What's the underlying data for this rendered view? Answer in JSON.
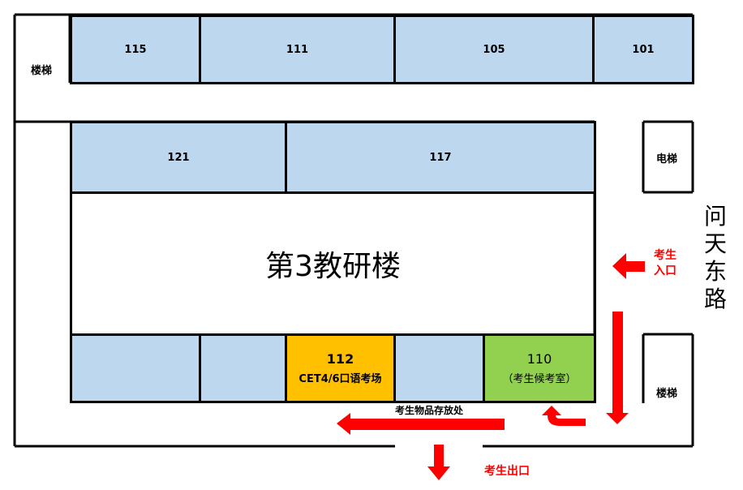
{
  "building_name": "第3教研楼",
  "top_rooms": [
    "115",
    "111",
    "105",
    "101"
  ],
  "middle_rooms": [
    "121",
    "117"
  ],
  "bottom_rooms": {
    "r112": {
      "number": "112",
      "label": "CET4/6口语考场",
      "color": "#ffc000"
    },
    "r110": {
      "number": "110",
      "label": "（考生候考室）",
      "color": "#92d050"
    }
  },
  "stairs_label": "楼梯",
  "elevator_label": "电梯",
  "road_label": "问天东路",
  "entrance_label_line1": "考生",
  "entrance_label_line2": "入口",
  "storage_label": "考生物品存放处",
  "exit_label": "考生出口",
  "colors": {
    "room": "#bdd7ee",
    "arrow": "#ff0000"
  }
}
